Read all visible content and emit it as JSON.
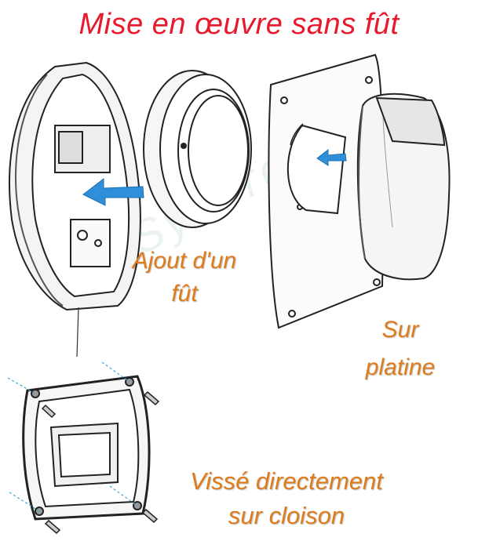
{
  "title": "Mise en œuvre  sans fût",
  "captions": {
    "fut_line1": "Ajout d'un",
    "fut_line2": "fût",
    "platine_line1": "Sur",
    "platine_line2": "platine",
    "cloison_line1": "Vissé directement",
    "cloison_line2": "sur cloison"
  },
  "watermark": "ProSynergie",
  "colors": {
    "title": "#e8192c",
    "caption": "#e07b1a",
    "arrow": "#2f8fd8",
    "line": "#222222"
  }
}
